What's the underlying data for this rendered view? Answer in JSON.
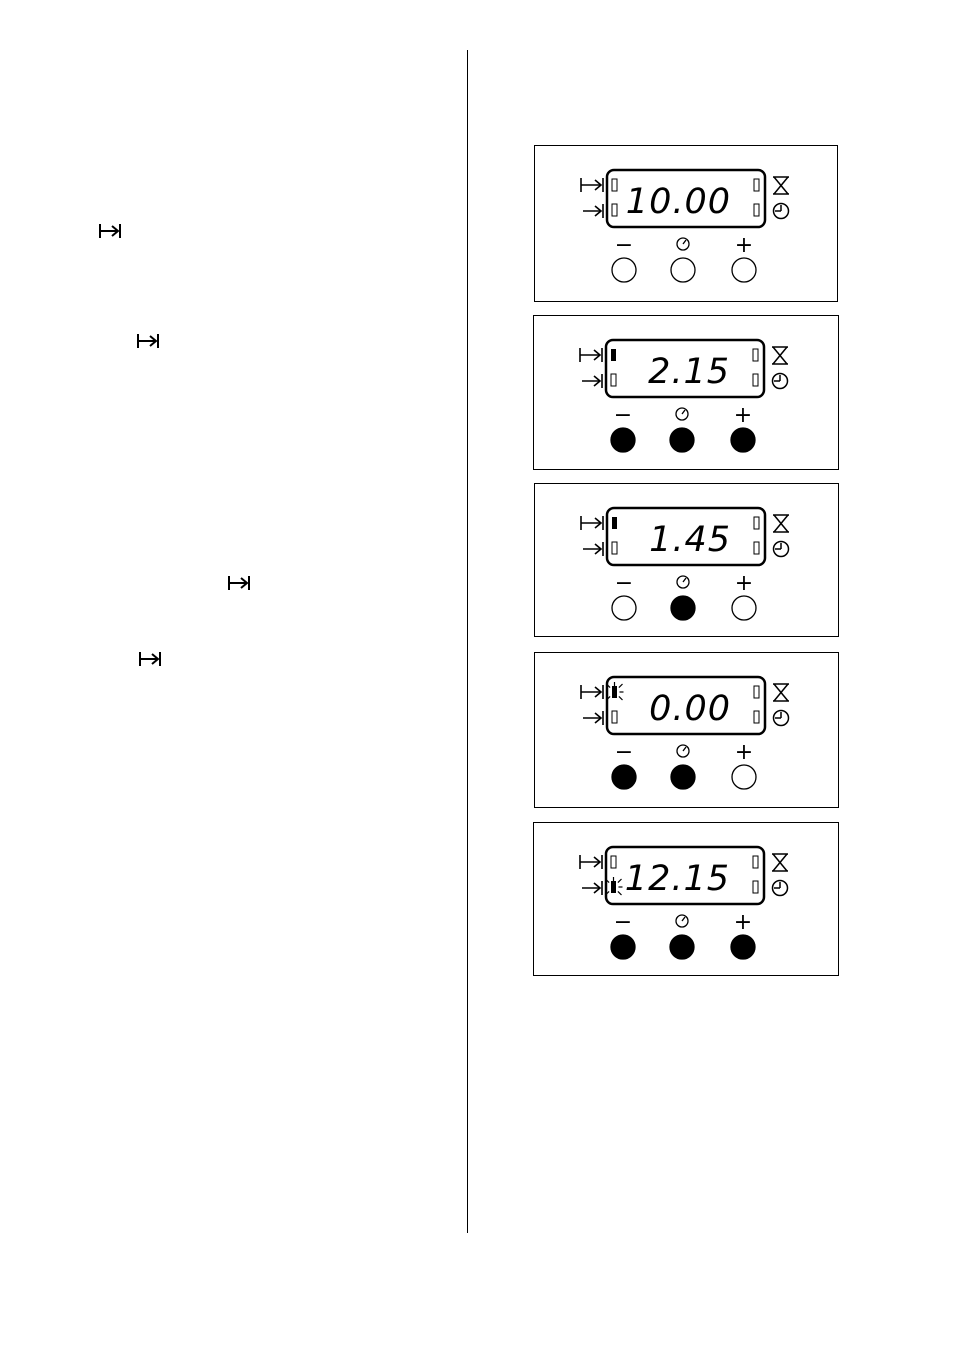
{
  "left_column": {
    "inline_icons": [
      {
        "icon": "end-time-arrow-icon"
      },
      {
        "icon": "end-time-arrow-icon"
      },
      {
        "icon": "end-time-arrow-icon"
      },
      {
        "icon": "end-time-arrow-icon"
      }
    ]
  },
  "panels": [
    {
      "display": "10.00",
      "indicator_end": "off",
      "indicator_duration": "off",
      "buttons": {
        "minus": "released",
        "clock": "released",
        "plus": "released"
      }
    },
    {
      "display": "2.15",
      "indicator_end": "on",
      "indicator_duration": "off",
      "buttons": {
        "minus": "pressed",
        "clock": "pressed",
        "plus": "pressed"
      }
    },
    {
      "display": "1.45",
      "indicator_end": "on",
      "indicator_duration": "off",
      "buttons": {
        "minus": "released",
        "clock": "pressed",
        "plus": "released"
      }
    },
    {
      "display": "0.00",
      "indicator_end": "flashing",
      "indicator_duration": "off",
      "buttons": {
        "minus": "pressed",
        "clock": "pressed",
        "plus": "released"
      }
    },
    {
      "display": "12.15",
      "indicator_end": "off",
      "indicator_duration": "flashing",
      "buttons": {
        "minus": "pressed",
        "clock": "pressed",
        "plus": "pressed"
      }
    }
  ],
  "button_labels": {
    "minus": "−",
    "plus": "+"
  }
}
